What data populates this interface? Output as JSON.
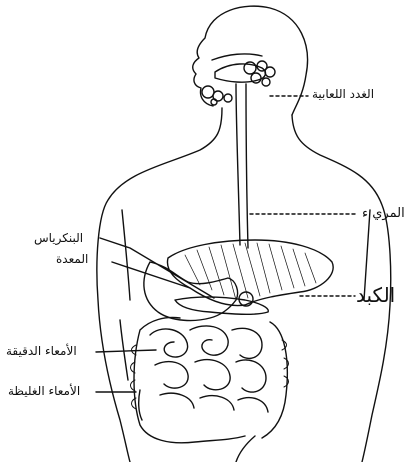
{
  "labels": {
    "salivary_glands": "الغدد اللعابية",
    "esophagus": "المري ء",
    "liver": "الكبد",
    "pancreas": "البنكرياس",
    "stomach": "المعدة",
    "small_intestine": "الأمعاء الدقيقة",
    "large_intestine": "الأمعاء الغليظة"
  },
  "colors": {
    "ink": "#111111",
    "background": "#ffffff"
  }
}
